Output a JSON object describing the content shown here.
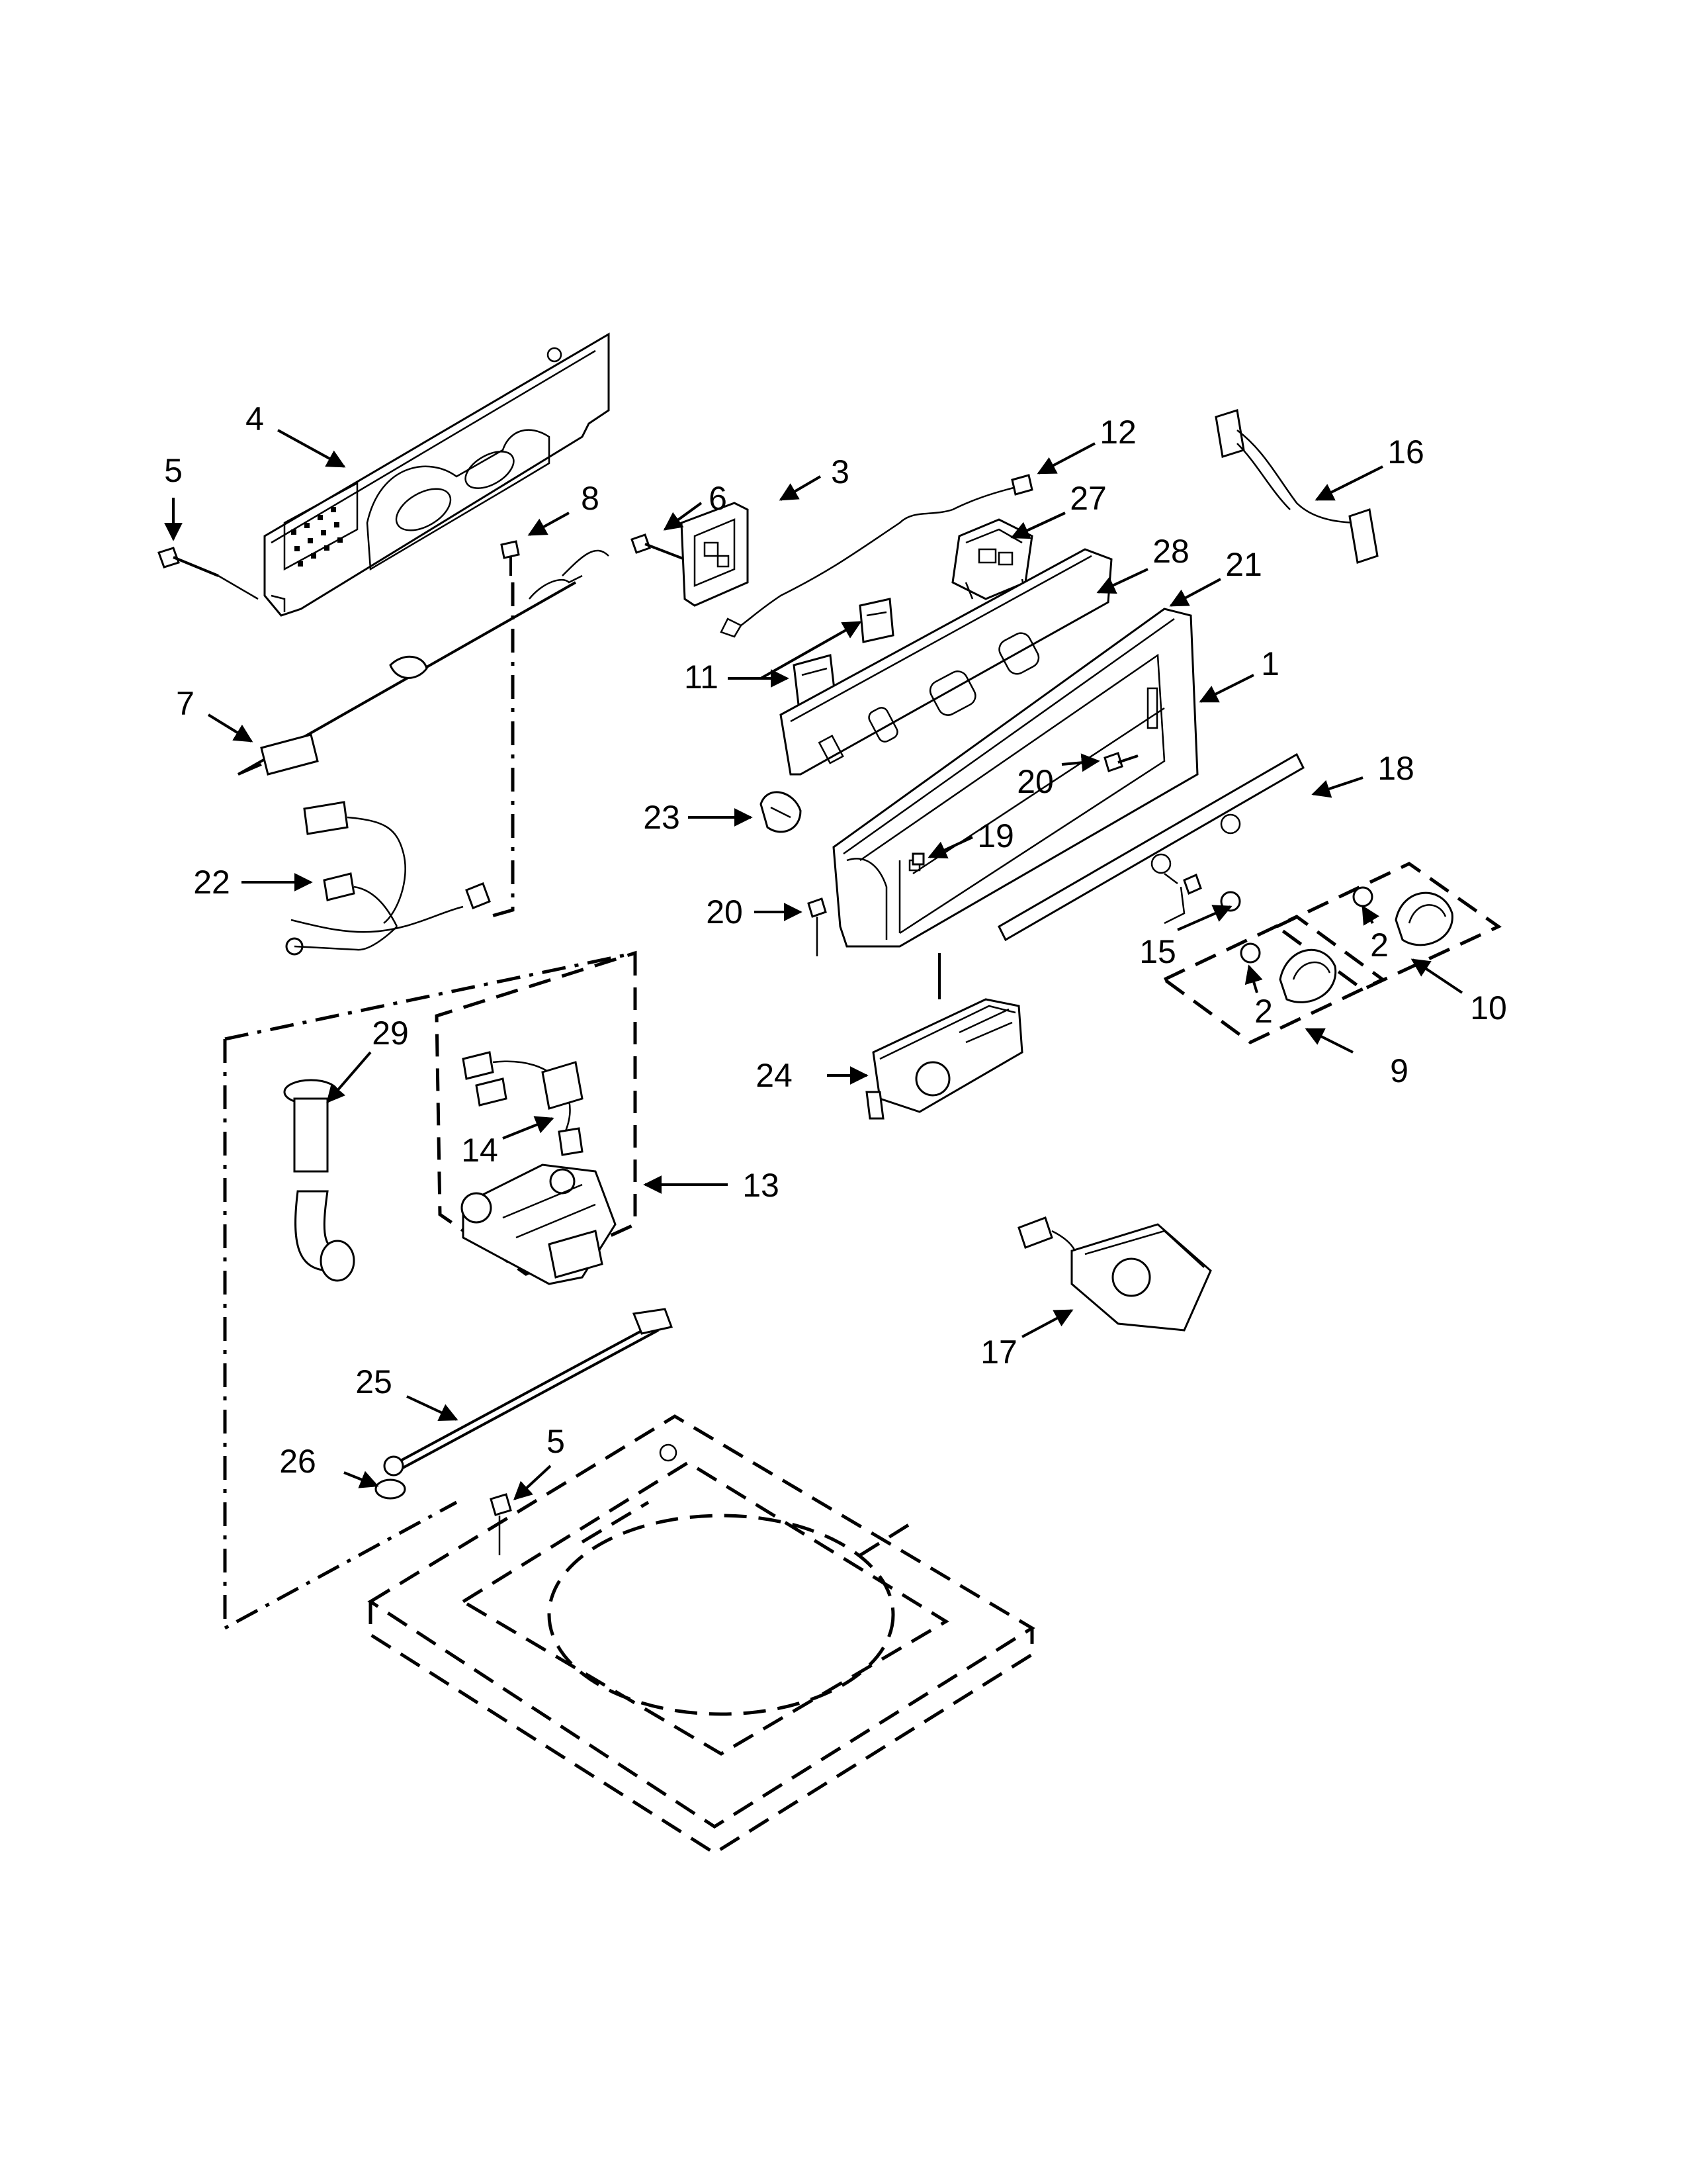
{
  "diagram": {
    "callouts": [
      {
        "id": "c4",
        "label": "4",
        "name": "callout-4"
      },
      {
        "id": "c5a",
        "label": "5",
        "name": "callout-5-top"
      },
      {
        "id": "c8",
        "label": "8",
        "name": "callout-8"
      },
      {
        "id": "c6",
        "label": "6",
        "name": "callout-6"
      },
      {
        "id": "c3",
        "label": "3",
        "name": "callout-3"
      },
      {
        "id": "c12",
        "label": "12",
        "name": "callout-12"
      },
      {
        "id": "c27",
        "label": "27",
        "name": "callout-27"
      },
      {
        "id": "c16",
        "label": "16",
        "name": "callout-16"
      },
      {
        "id": "c28",
        "label": "28",
        "name": "callout-28"
      },
      {
        "id": "c21",
        "label": "21",
        "name": "callout-21"
      },
      {
        "id": "c7",
        "label": "7",
        "name": "callout-7"
      },
      {
        "id": "c11",
        "label": "11",
        "name": "callout-11"
      },
      {
        "id": "c1",
        "label": "1",
        "name": "callout-1"
      },
      {
        "id": "c18",
        "label": "18",
        "name": "callout-18"
      },
      {
        "id": "c20a",
        "label": "20",
        "name": "callout-20-right"
      },
      {
        "id": "c23",
        "label": "23",
        "name": "callout-23"
      },
      {
        "id": "c19",
        "label": "19",
        "name": "callout-19"
      },
      {
        "id": "c22",
        "label": "22",
        "name": "callout-22"
      },
      {
        "id": "c20b",
        "label": "20",
        "name": "callout-20-left"
      },
      {
        "id": "c2a",
        "label": "2",
        "name": "callout-2-right"
      },
      {
        "id": "c15",
        "label": "15",
        "name": "callout-15"
      },
      {
        "id": "c10",
        "label": "10",
        "name": "callout-10"
      },
      {
        "id": "c2b",
        "label": "2",
        "name": "callout-2-left"
      },
      {
        "id": "c9",
        "label": "9",
        "name": "callout-9"
      },
      {
        "id": "c24",
        "label": "24",
        "name": "callout-24"
      },
      {
        "id": "c29",
        "label": "29",
        "name": "callout-29"
      },
      {
        "id": "c14",
        "label": "14",
        "name": "callout-14"
      },
      {
        "id": "c13",
        "label": "13",
        "name": "callout-13"
      },
      {
        "id": "c17",
        "label": "17",
        "name": "callout-17"
      },
      {
        "id": "c25",
        "label": "25",
        "name": "callout-25"
      },
      {
        "id": "c5b",
        "label": "5",
        "name": "callout-5-bottom"
      },
      {
        "id": "c26",
        "label": "26",
        "name": "callout-26"
      }
    ]
  }
}
